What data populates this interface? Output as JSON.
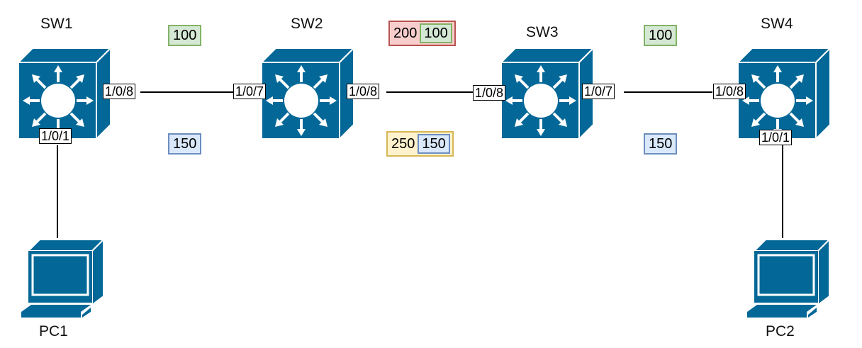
{
  "diagram": {
    "colors": {
      "device": "#036897",
      "link": "#000000"
    },
    "switches": [
      {
        "id": "sw1",
        "name": "SW1",
        "icon": "layer3-switch-icon"
      },
      {
        "id": "sw2",
        "name": "SW2",
        "icon": "layer3-switch-icon"
      },
      {
        "id": "sw3",
        "name": "SW3",
        "icon": "layer3-switch-icon"
      },
      {
        "id": "sw4",
        "name": "SW4",
        "icon": "layer3-switch-icon"
      }
    ],
    "pcs": [
      {
        "id": "pc1",
        "name": "PC1",
        "icon": "pc-icon"
      },
      {
        "id": "pc2",
        "name": "PC2",
        "icon": "pc-icon"
      }
    ],
    "ports": {
      "sw1_to_pc1": "1/0/1",
      "sw1_to_sw2": "1/0/8",
      "sw2_to_sw1": "1/0/7",
      "sw2_to_sw3": "1/0/8",
      "sw3_to_sw2": "1/0/8",
      "sw3_to_sw4": "1/0/7",
      "sw4_to_sw3": "1/0/8",
      "sw4_to_pc2": "1/0/1"
    },
    "links": [
      {
        "from": "PC1",
        "to": "SW1"
      },
      {
        "from": "SW1",
        "to": "SW2"
      },
      {
        "from": "SW2",
        "to": "SW3"
      },
      {
        "from": "SW3",
        "to": "SW4"
      },
      {
        "from": "SW4",
        "to": "PC2"
      }
    ],
    "vlan_tags": {
      "sw1_sw2_top": "100",
      "sw1_sw2_bottom": "150",
      "sw2_sw3_top_outer": "200",
      "sw2_sw3_top_inner": "100",
      "sw2_sw3_bottom_outer": "250",
      "sw2_sw3_bottom_inner": "150",
      "sw3_sw4_top": "100",
      "sw3_sw4_bottom": "150"
    }
  }
}
